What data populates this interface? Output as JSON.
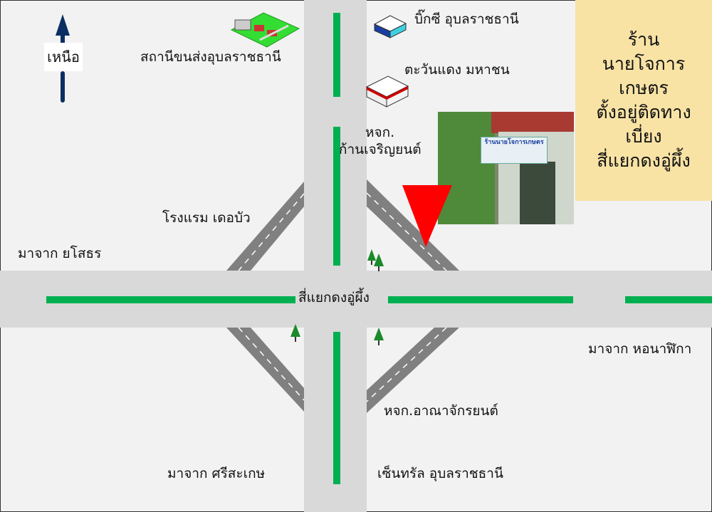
{
  "north_label": "เหนือ",
  "info_box": {
    "lines": [
      "ร้าน",
      "นายโจการ",
      "เกษตร",
      "ตั้งอยู่ติดทาง",
      "เบี่ยง",
      "สี่แยกดงอู่ผึ้ง"
    ]
  },
  "photo": {
    "sign_text": "ร้านนายโจการเกษตร"
  },
  "landmarks": {
    "bus_station": "สถานีขนส่งอุบลราชธานี",
    "big_c": "บิ๊กซี อุบลราชธานี",
    "tawandaeng": "ตะวันแดง มหาชน",
    "kan_charoen_1": "หจก.",
    "kan_charoen_2": "ก้านเจริญยนต์",
    "hotel": "โรงแรม เดอบัว",
    "intersection": "สี่แยกดงอู่ผึ้ง",
    "from_yasothon": "มาจาก ยโสธร",
    "from_clock_tower": "มาจาก หอนาฬิกา",
    "anajak": "หจก.อาณาจักรยนต์",
    "from_sisaket": "มาจาก ศรีสะเกษ",
    "central": "เซ็นทรัล อุบลราชธานี"
  },
  "colors": {
    "road": "#d9d9d9",
    "divider": "#00b050",
    "ramp": "#808080",
    "marker": "#ff0000",
    "north_arrow": "#0b2f63"
  }
}
